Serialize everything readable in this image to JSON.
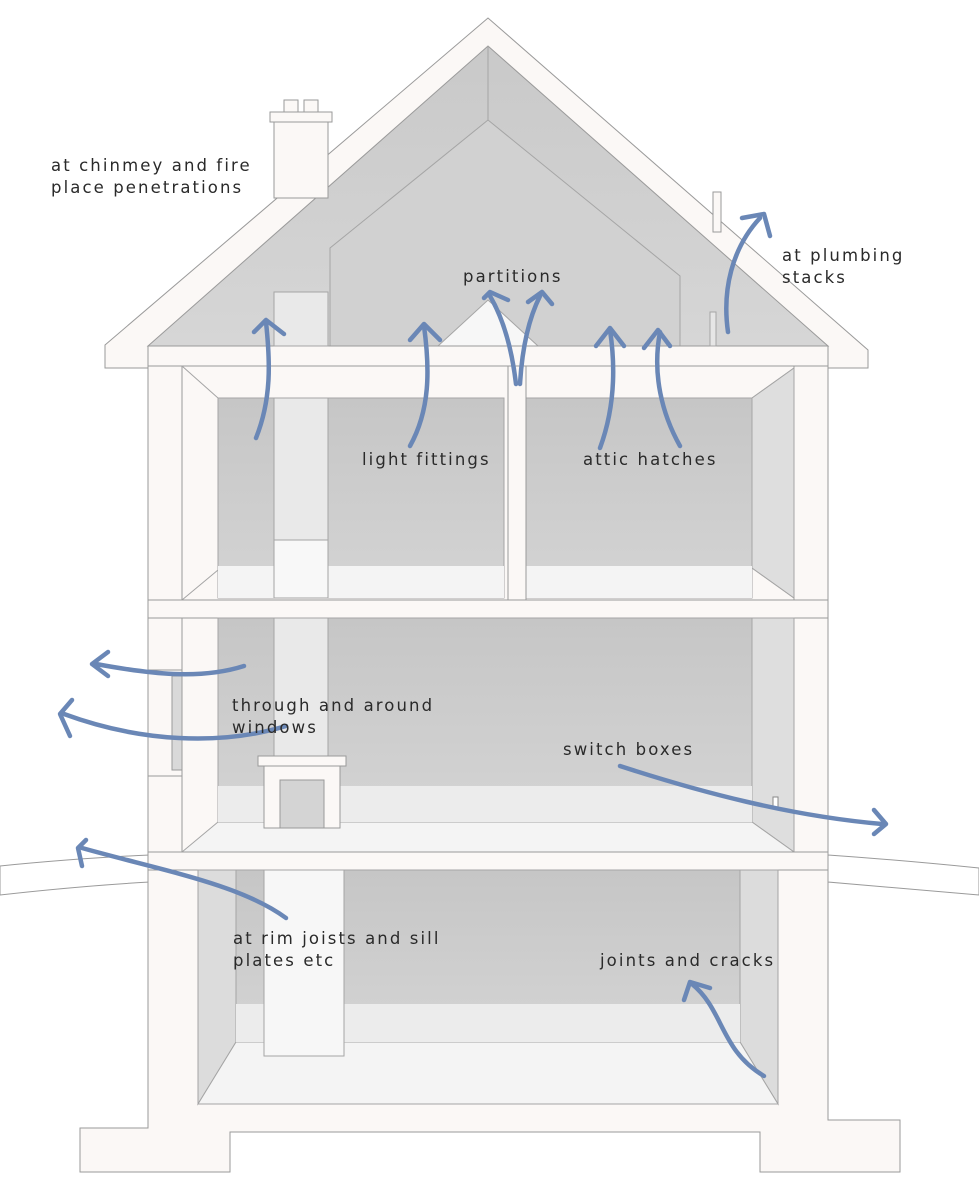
{
  "colors": {
    "arrow": "#6a87b6",
    "wall": "#fbf8f6",
    "wall_edge": "#9a9a9a",
    "interior": "#cfcfcf",
    "floor": "#f4f4f4",
    "ground": "#ffffff"
  },
  "labels": {
    "chimney": [
      "at chinmey and fire",
      "place penetrations"
    ],
    "plumbing": [
      "at plumbing",
      "stacks"
    ],
    "partitions": "partitions",
    "light_fittings": "light fittings",
    "attic_hatches": "attic hatches",
    "windows": [
      "through and around",
      "windows"
    ],
    "switch_boxes": "switch boxes",
    "rim_joists": [
      "at rim joists and sill",
      "plates etc"
    ],
    "joints_cracks": "joints and cracks"
  }
}
